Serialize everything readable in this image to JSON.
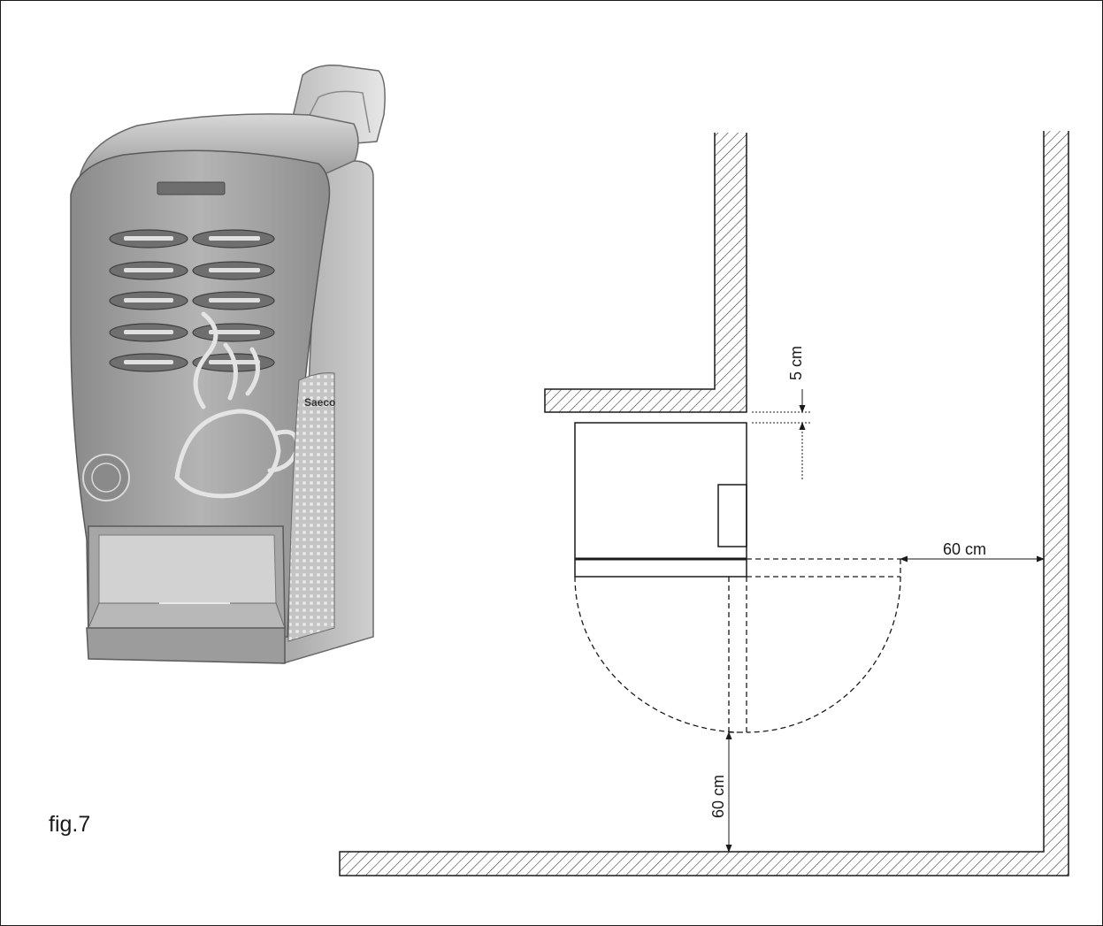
{
  "figure": {
    "label": "fig.7"
  },
  "machine": {
    "brand": "Saeco"
  },
  "dimensions": {
    "top_clearance": "5 cm",
    "side_clearance": "60 cm",
    "front_clearance": "60 cm"
  },
  "colors": {
    "line": "#1a1a1a",
    "machine_body": "#9a9a9a",
    "machine_panel": "#7e7e7e",
    "machine_light": "#c8c8c8"
  }
}
